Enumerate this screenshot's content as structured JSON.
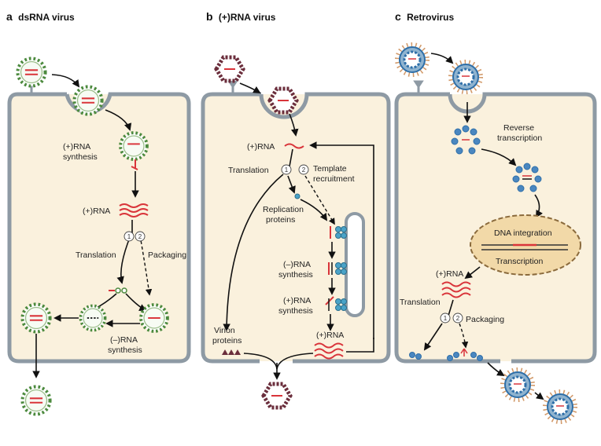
{
  "panels": {
    "a": {
      "letter": "a",
      "title": "dsRNA virus",
      "labels": {
        "pos_rna_synthesis_1": "(+)RNA",
        "pos_rna_synthesis_2": "synthesis",
        "pos_rna": "(+)RNA",
        "translation": "Translation",
        "packaging": "Packaging",
        "neg_rna_synthesis_1": "(–)RNA",
        "neg_rna_synthesis_2": "synthesis"
      },
      "step_numbers": [
        "1",
        "2"
      ]
    },
    "b": {
      "letter": "b",
      "title": "(+)RNA virus",
      "labels": {
        "pos_rna_top": "(+)RNA",
        "translation": "Translation",
        "template_1": "Template",
        "template_2": "recruitment",
        "replication_1": "Replication",
        "replication_2": "proteins",
        "neg_rna_synthesis_1": "(–)RNA",
        "neg_rna_synthesis_2": "synthesis",
        "pos_rna_synthesis_1": "(+)RNA",
        "pos_rna_synthesis_2": "synthesis",
        "virion_1": "Virion",
        "virion_2": "proteins",
        "pos_rna_bottom": "(+)RNA"
      },
      "step_numbers": [
        "1",
        "2"
      ]
    },
    "c": {
      "letter": "c",
      "title": "Retrovirus",
      "labels": {
        "reverse_1": "Reverse",
        "reverse_2": "transcription",
        "dna_integration": "DNA integration",
        "transcription": "Transcription",
        "pos_rna": "(+)RNA",
        "translation": "Translation",
        "packaging": "Packaging"
      },
      "step_numbers": [
        "1",
        "2"
      ]
    }
  },
  "colors": {
    "cytoplasm": "#faf1dd",
    "membrane": "#8e9aa4",
    "rna": "#d9343a",
    "dsrna_capsid": "#4c8a3e",
    "rna_virus_capsid": "#6b2e3c",
    "retrovirus_core": "#2f6fa8",
    "retrovirus_spike": "#d29a6a",
    "nucleus": "#f2d9a8"
  }
}
